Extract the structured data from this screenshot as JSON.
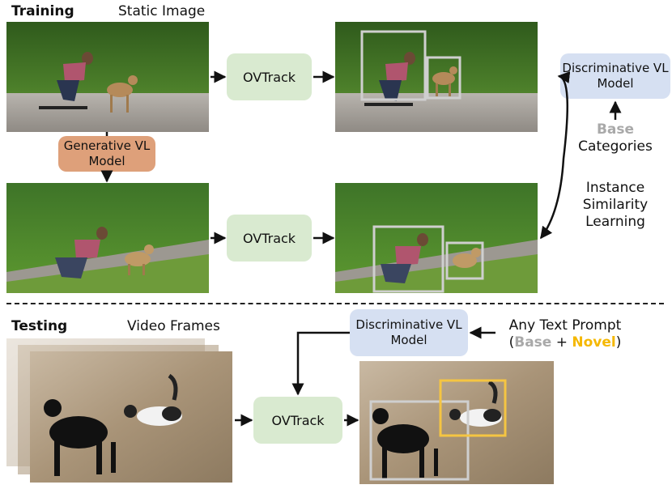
{
  "training": {
    "heading": "Training",
    "static_image_label": "Static Image",
    "ovtrack_top": "OVTrack",
    "ovtrack_mid": "OVTrack",
    "generative_model": "Generative VL Model",
    "discriminative_model": "Discriminative VL Model",
    "base_word": "Base",
    "categories_word": "Categories",
    "instance_similarity": [
      "Instance",
      "Similarity",
      "Learning"
    ]
  },
  "testing": {
    "heading": "Testing",
    "video_frames_label": "Video Frames",
    "ovtrack": "OVTrack",
    "discriminative_model": "Discriminative VL Model",
    "prompt_line1": "Any Text Prompt",
    "prompt_open": "(",
    "base_word": "Base",
    "plus": " + ",
    "novel_word": "Novel",
    "prompt_close": ")"
  },
  "colors": {
    "ovtrack_box": "#d9ead0",
    "discriminative_box": "#d6e0f2",
    "generative_box": "#dea07a",
    "base_text": "#a9a9a9",
    "novel_text": "#f5b800",
    "track_box_base": "#cfcfcf",
    "track_box_novel": "#f5c542"
  }
}
